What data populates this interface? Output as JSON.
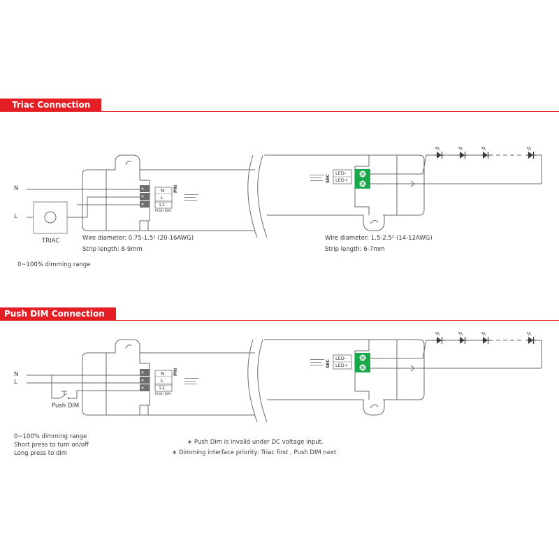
{
  "sections": [
    {
      "title": "Triac Connection",
      "wire_n": "N",
      "wire_l": "L",
      "device_label": "TRIAC",
      "terminals": [
        "N",
        "L",
        "L1"
      ],
      "pri_label": "PRI",
      "pri_sub": "PUSH DIM",
      "sec_label": "SEC",
      "led_minus": "LED-",
      "led_plus": "LED+",
      "input_wire_diameter": "Wire diameter: 0.75-1.5² (20-16AWG)",
      "input_strip_length": "Strip length: 8-9mm",
      "output_wire_diameter": "Wire diameter: 1.5-2.5² (14-12AWG)",
      "output_strip_length": "Strip length: 6-7mm",
      "note": "0~100% dimming range"
    },
    {
      "title": "Push DIM Connection",
      "wire_n": "N",
      "wire_l": "L",
      "device_label": "Push DIM",
      "terminals": [
        "N",
        "L",
        "L1"
      ],
      "pri_label": "PRI",
      "pri_sub": "PUSH DIM",
      "sec_label": "SEC",
      "led_minus": "LED-",
      "led_plus": "LED+",
      "notes": [
        "0~100% dimming range",
        "Short press to turn on/off",
        "Long press to dim"
      ],
      "footnotes": [
        "∗  Push Dim is invalid under DC voltage input.",
        "∗  Dimming interface priority: Triac first , Push DIM next."
      ]
    }
  ],
  "colors": {
    "accent": "#e31e24",
    "terminal_green": "#19a84a",
    "line": "#6a6a6a"
  }
}
